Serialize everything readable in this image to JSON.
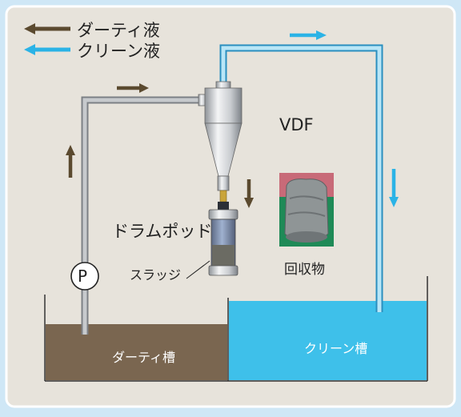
{
  "legend": {
    "dirty_label": "ダーティ液",
    "clean_label": "クリーン液"
  },
  "labels": {
    "vdf": "VDF",
    "drum_pod": "ドラムポッド",
    "sludge": "スラッジ",
    "recovered": "回収物",
    "pump": "P",
    "dirty_tank": "ダーティ槽",
    "clean_tank": "クリーン槽"
  },
  "colors": {
    "background": "#cfe7f6",
    "panel": "#e7e3db",
    "dirty_arrow": "#5b4a2f",
    "clean_arrow": "#2bb3e6",
    "dirty_liquid": "#7a6650",
    "clean_liquid": "#3ec0ea",
    "pipe": "#b9bcbf"
  }
}
